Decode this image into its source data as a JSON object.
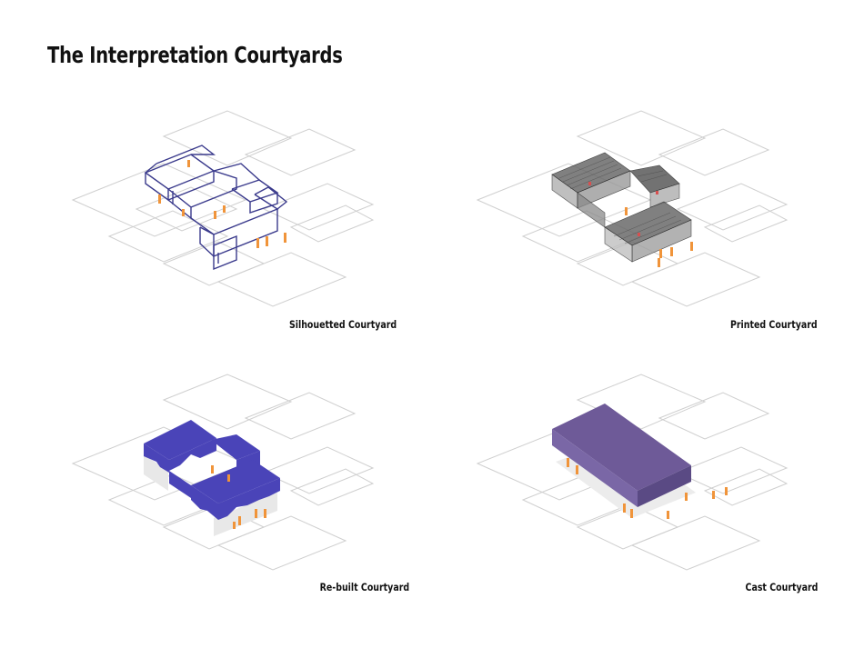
{
  "page": {
    "title": "The Interpretation Courtyards"
  },
  "panels": [
    {
      "caption": "Silhouetted Courtyard",
      "style": "wireframe",
      "accent": "#3a3a8c"
    },
    {
      "caption": "Printed Courtyard",
      "style": "printed",
      "accent": "#3c3c3c"
    },
    {
      "caption": "Re-built Courtyard",
      "style": "rebuilt",
      "accent": "#4a44b8"
    },
    {
      "caption": "Cast Courtyard",
      "style": "cast",
      "accent": "#6e5a98"
    }
  ],
  "colors": {
    "figures": "#f0943a",
    "ground_lines": "#cfcfcf"
  }
}
